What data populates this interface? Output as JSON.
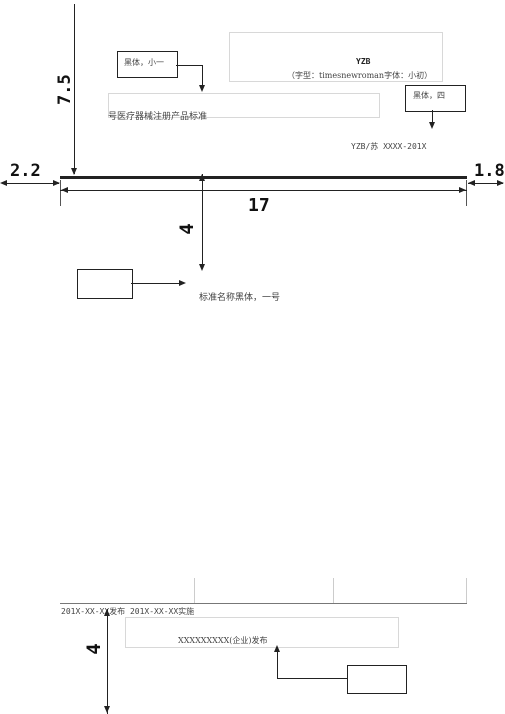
{
  "header": {
    "standard_code": "YZB",
    "font_note": "（字型：timesnewroman字体：小初）",
    "callout_heiti_xiaoyi": "黑体，小一",
    "registration_title": "号医疗器械注册产品标准",
    "callout_heiti_si": "黑体，四",
    "standard_number": "YZB/苏 XXXX-201X"
  },
  "dimensions": {
    "top_margin": "7.5",
    "left_margin": "2.2",
    "right_margin": "1.8",
    "width": "17",
    "title_spacing": "4",
    "bottom_spacing": "4"
  },
  "body": {
    "title_note": "标准名称黑体，一号"
  },
  "footer": {
    "dates": "201X-XX-XX发布 201X-XX-XX实施",
    "publisher": "XXXXXXXXX(企业)发布"
  }
}
